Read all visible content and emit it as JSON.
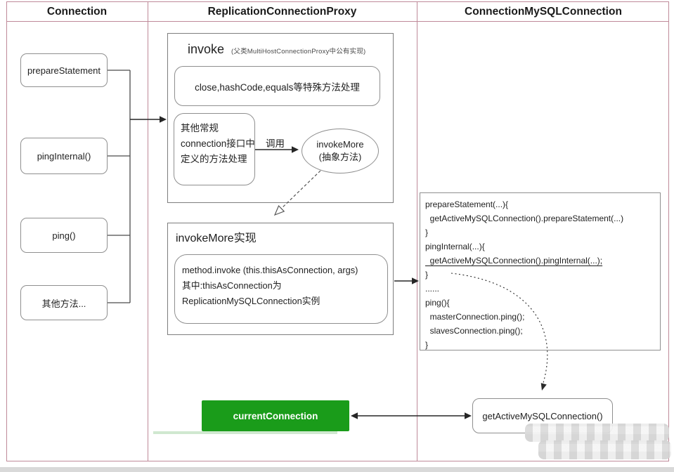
{
  "header": {
    "columns": [
      "Connection",
      "ReplicationConnectionProxy",
      "ConnectionMySQLConnection"
    ]
  },
  "left_column": {
    "methods": [
      "prepareStatement",
      "pingInternal()",
      "ping()",
      "其他方法..."
    ]
  },
  "proxy_column": {
    "invoke": {
      "title": "invoke",
      "subtitle": "(父类MultiHostConnectionProxy中公有实现)",
      "special_box": "close,hashCode,equals等特殊方法处理",
      "regular_box_lines": [
        "其他常规",
        "connection接口中",
        "定义的方法处理"
      ],
      "call_label": "调用",
      "abstract_ellipse": [
        "invokeMore",
        "(抽象方法)"
      ]
    },
    "invoke_more": {
      "title": "invokeMore实现",
      "body_lines": [
        "method.invoke (this.thisAsConnection, args)",
        "其中:thisAsConnection为",
        "ReplicationMySQLConnection实例"
      ]
    }
  },
  "mysql_column": {
    "code_lines": [
      "prepareStatement(...){",
      "  getActiveMySQLConnection().prepareStatement(...)",
      "}",
      "pingInternal(...){",
      "  getActiveMySQLConnection().pingInternal(...);",
      "}",
      "......",
      "ping(){",
      "  masterConnection.ping();",
      "  slavesConnection.ping();",
      "}"
    ],
    "get_active_box": "getActiveMySQLConnection()"
  },
  "bottom": {
    "current_connection": "currentConnection"
  },
  "colors": {
    "frame_pink": "#bf8a99",
    "accent_green": "#1a9c1a",
    "box_border": "#8f8f8f",
    "line_dark": "#2b2b2b"
  }
}
